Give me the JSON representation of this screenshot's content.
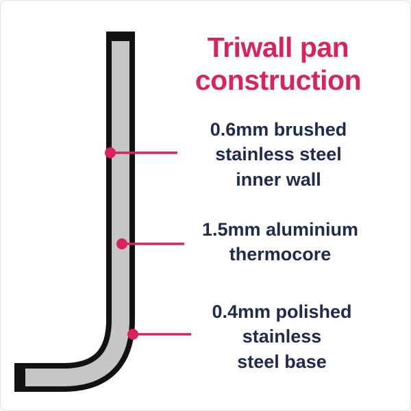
{
  "title": {
    "lines": [
      "Triwall pan",
      "construction"
    ]
  },
  "callouts": [
    {
      "id": "inner-wall",
      "label_lines": [
        "0.6mm brushed",
        "stainless steel",
        "inner wall"
      ]
    },
    {
      "id": "thermocore",
      "label_lines": [
        "1.5mm aluminium",
        "thermocore"
      ]
    },
    {
      "id": "base",
      "label_lines": [
        "0.4mm polished",
        "stainless",
        "steel base"
      ]
    }
  ],
  "colors": {
    "accent": "#d8245c",
    "text": "#202a4e",
    "pan_core": "#c6c6c6",
    "pan_wall": "#121212",
    "background": "#ffffff",
    "border": "#e3e3e3"
  }
}
